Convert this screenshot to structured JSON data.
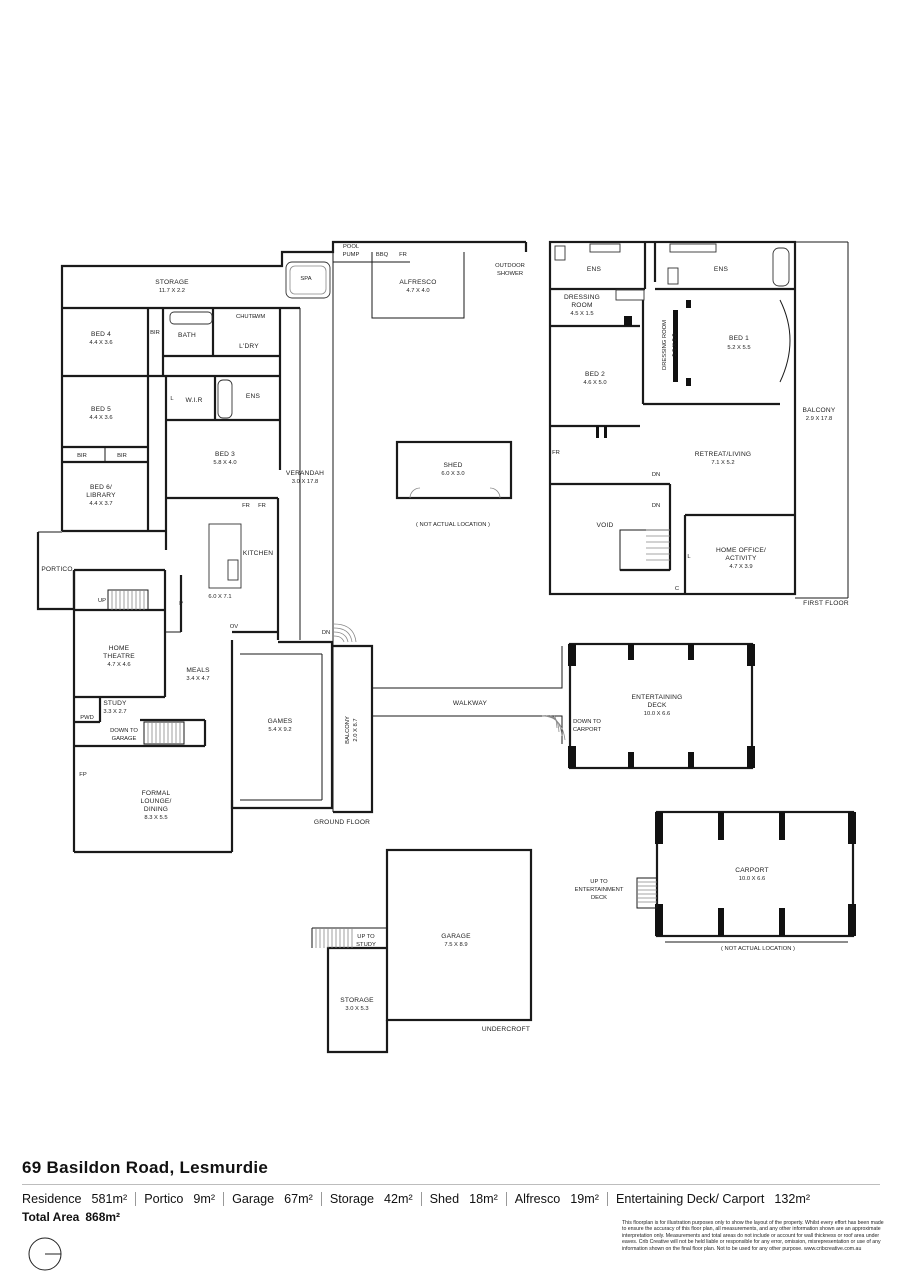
{
  "floorplan": {
    "rooms": {
      "storage_top": {
        "name": "STORAGE",
        "dims": "11.7 X 2.2"
      },
      "spa": {
        "name": "SPA"
      },
      "pool_pump": {
        "name_1": "POOL",
        "name_2": "PUMP"
      },
      "bbq": {
        "name": "BBQ"
      },
      "fr_alfresco": {
        "name": "FR"
      },
      "alfresco": {
        "name": "ALFRESCO",
        "dims": "4.7 X 4.0"
      },
      "outdoor_shower": {
        "name_1": "OUTDOOR",
        "name_2": "SHOWER"
      },
      "bed4": {
        "name": "BED 4",
        "dims": "4.4 X 3.6"
      },
      "bir1": {
        "name": "BIR"
      },
      "bath": {
        "name": "BATH"
      },
      "chute": {
        "name": "CHUTE"
      },
      "wm": {
        "name": "WM"
      },
      "laundry": {
        "name": "L'DRY"
      },
      "bed5": {
        "name": "BED 5",
        "dims": "4.4 X 3.6"
      },
      "l_mark1": {
        "name": "L"
      },
      "wir": {
        "name": "W.I.R"
      },
      "ens_ground": {
        "name": "ENS"
      },
      "bir2": {
        "name": "BIR"
      },
      "bir3": {
        "name": "BIR"
      },
      "bed3": {
        "name": "BED 3",
        "dims": "5.8 X 4.0"
      },
      "verandah": {
        "name": "VERANDAH",
        "dims": "3.0 X 17.8"
      },
      "bed6": {
        "name_1": "BED 6/",
        "name_2": "LIBRARY",
        "dims": "4.4 X 3.7"
      },
      "fr_kitchen_1": {
        "name": "FR"
      },
      "fr_kitchen_2": {
        "name": "FR"
      },
      "kitchen": {
        "name": "KITCHEN",
        "dims": "6.0 X 7.1"
      },
      "portico": {
        "name": "PORTICO"
      },
      "up_mark": {
        "name": "UP"
      },
      "pantry": {
        "name": "P"
      },
      "ov": {
        "name": "OV"
      },
      "dn_ground": {
        "name": "DN"
      },
      "home_theatre": {
        "name_1": "HOME",
        "name_2": "THEATRE",
        "dims": "4.7 X 4.6"
      },
      "meals": {
        "name": "MEALS",
        "dims": "3.4 X 4.7"
      },
      "study": {
        "name": "STUDY",
        "dims": "3.3 X 2.7"
      },
      "pwd": {
        "name": "PWD"
      },
      "down_to_garage": {
        "name_1": "DOWN TO",
        "name_2": "GARAGE"
      },
      "games": {
        "name": "GAMES",
        "dims": "5.4 X 9.2"
      },
      "balcony_ground": {
        "name": "BALCONY",
        "dims": "2.0 X 8.7"
      },
      "fp": {
        "name": "FP"
      },
      "formal_lounge": {
        "name_1": "FORMAL",
        "name_2": "LOUNGE/",
        "name_3": "DINING",
        "dims": "8.3 X 5.5"
      },
      "walkway": {
        "name": "WALKWAY"
      },
      "shed": {
        "name": "SHED",
        "dims": "6.0 X 3.0",
        "note": "( NOT ACTUAL LOCATION )"
      },
      "ens_first_1": {
        "name": "ENS"
      },
      "ens_first_2": {
        "name": "ENS"
      },
      "dressing_room_a": {
        "name_1": "DRESSING",
        "name_2": "ROOM",
        "dims": "4.5 X 1.5"
      },
      "dressing_room_b": {
        "name": "DRESSING ROOM",
        "dims": "5.5 X 2.0"
      },
      "bed1": {
        "name": "BED 1",
        "dims": "5.2 X 5.5"
      },
      "bed2": {
        "name": "BED 2",
        "dims": "4.6 X 5.0"
      },
      "balcony_first": {
        "name": "BALCONY",
        "dims": "2.9 X 17.8"
      },
      "fr_first": {
        "name": "FR"
      },
      "retreat_living": {
        "name": "RETREAT/LIVING",
        "dims": "7.1 X 5.2"
      },
      "dn_first_1": {
        "name": "DN"
      },
      "dn_first_2": {
        "name": "DN"
      },
      "void": {
        "name": "VOID"
      },
      "home_office": {
        "name_1": "HOME OFFICE/",
        "name_2": "ACTIVITY",
        "dims": "4.7 X 3.9"
      },
      "l_mark2": {
        "name": "L"
      },
      "c_mark": {
        "name": "C"
      },
      "entertaining_deck": {
        "name_1": "ENTERTAINING",
        "name_2": "DECK",
        "dims": "10.0 X 6.6"
      },
      "down_to_carport": {
        "name_1": "DOWN TO",
        "name_2": "CARPORT"
      },
      "carport": {
        "name": "CARPORT",
        "dims": "10.0 X 6.6",
        "note": "( NOT ACTUAL LOCATION )"
      },
      "up_to_deck": {
        "name_1": "UP TO",
        "name_2": "ENTERTAINMENT",
        "name_3": "DECK"
      },
      "up_to_study": {
        "name_1": "UP TO",
        "name_2": "STUDY"
      },
      "garage": {
        "name": "GARAGE",
        "dims": "7.5 X 8.9"
      },
      "storage_under": {
        "name": "STORAGE",
        "dims": "3.0 X 5.3"
      }
    },
    "levels": {
      "first": "FIRST FLOOR",
      "ground": "GROUND FLOOR",
      "undercroft": "UNDERCROFT"
    }
  },
  "footer": {
    "address": "69 Basildon Road, Lesmurdie",
    "areas": [
      {
        "label": "Residence",
        "value": "581m²"
      },
      {
        "label": "Portico",
        "value": "9m²"
      },
      {
        "label": "Garage",
        "value": "67m²"
      },
      {
        "label": "Storage",
        "value": "42m²"
      },
      {
        "label": "Shed",
        "value": "18m²"
      },
      {
        "label": "Alfresco",
        "value": "19m²"
      },
      {
        "label": "Entertaining Deck/ Carport",
        "value": "132m²"
      }
    ],
    "total_label": "Total Area",
    "total_value": "868m²",
    "disclaimer": "This floorplan is for illustration purposes only to show the layout of the property. Whilst every effort has been made to ensure the accuracy of this floor plan, all measurements, and any other information shown are an approximate interpretation only. Measurements and total areas do not include or account for wall thickness or roof area under eaves. Crib Creative will not be held liable or responsible for any error, omission, misrepresentation or use of any information shown on the final floor plan. Not to be used for any other purpose. www.cribcreative.com.au"
  }
}
